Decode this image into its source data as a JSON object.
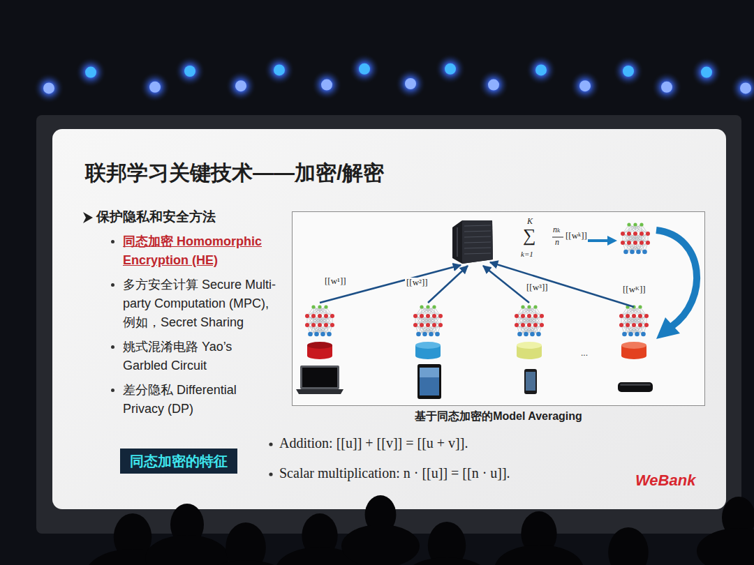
{
  "diagram": {
    "title": "联邦学习关键技术——加密/解密",
    "nodes": [
      {
        "text": [
          "基于同态加密的Model Averaging"
        ]
      },
      {
        "text": [
          "同态加密的特征"
        ]
      }
    ],
    "labels": [
      "保护隐私和安全方法",
      "同态加密 Homomorphic Encryption (HE)",
      "多方安全计算 Secure Multi-party Computation (MPC), 例如，Secret Sharing",
      "姚式混淆电路 Yao’s Garbled Circuit",
      "差分隐私 Differential Privacy (DP)",
      "[[w¹]]",
      "[[w²]]",
      "[[w³]]",
      "[[wᴷ]]",
      "K",
      "∑",
      "k=1",
      "nₖ",
      "n",
      "[[wᵏ]]",
      "...",
      "Addition: [[u]] + [[v]] = [[u + v]].",
      "Scalar multiplication: n · [[u]] = [[n · u]].",
      "WeBank"
    ]
  }
}
